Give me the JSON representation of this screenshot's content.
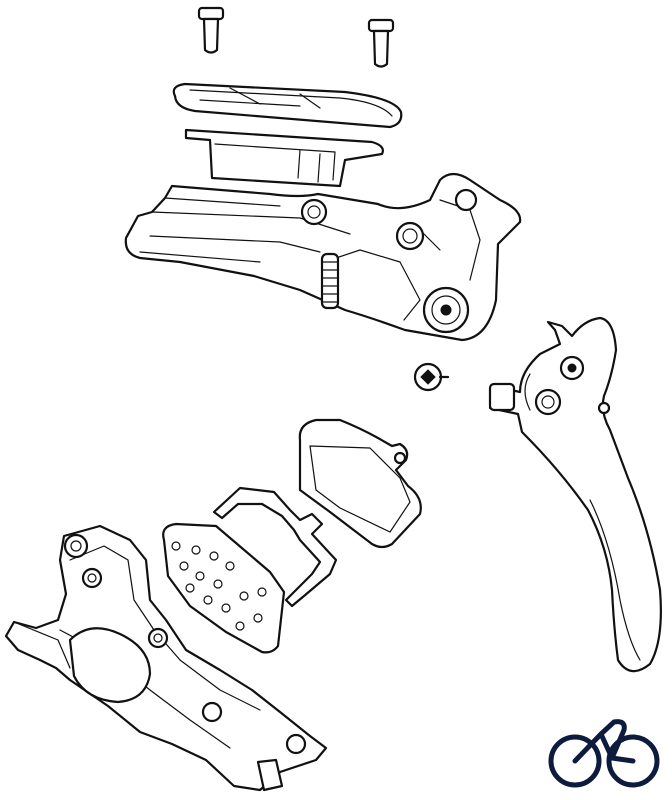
{
  "diagram": {
    "parts": [
      {
        "id": "screw",
        "icon": "screw-icon",
        "count": 2
      },
      {
        "id": "reservoir-cap",
        "icon": "reservoir-cap-icon"
      },
      {
        "id": "reservoir-bladder",
        "icon": "bladder-icon"
      },
      {
        "id": "master-cylinder-body",
        "icon": "master-cylinder-icon"
      },
      {
        "id": "pivot-bolt",
        "icon": "torx-bolt-icon"
      },
      {
        "id": "brake-lever-blade",
        "icon": "lever-blade-icon"
      },
      {
        "id": "brake-pad",
        "icon": "brake-pad-icon"
      },
      {
        "id": "pad-spring-clip",
        "icon": "spring-clip-icon"
      },
      {
        "id": "pad-spacer-block",
        "icon": "spacer-block-icon"
      },
      {
        "id": "brake-caliper",
        "icon": "caliper-icon"
      }
    ],
    "line_color": "#111111",
    "background": "#ffffff"
  },
  "logo": {
    "icon": "bicycle-logo-icon",
    "color": "#0d1b3e"
  }
}
